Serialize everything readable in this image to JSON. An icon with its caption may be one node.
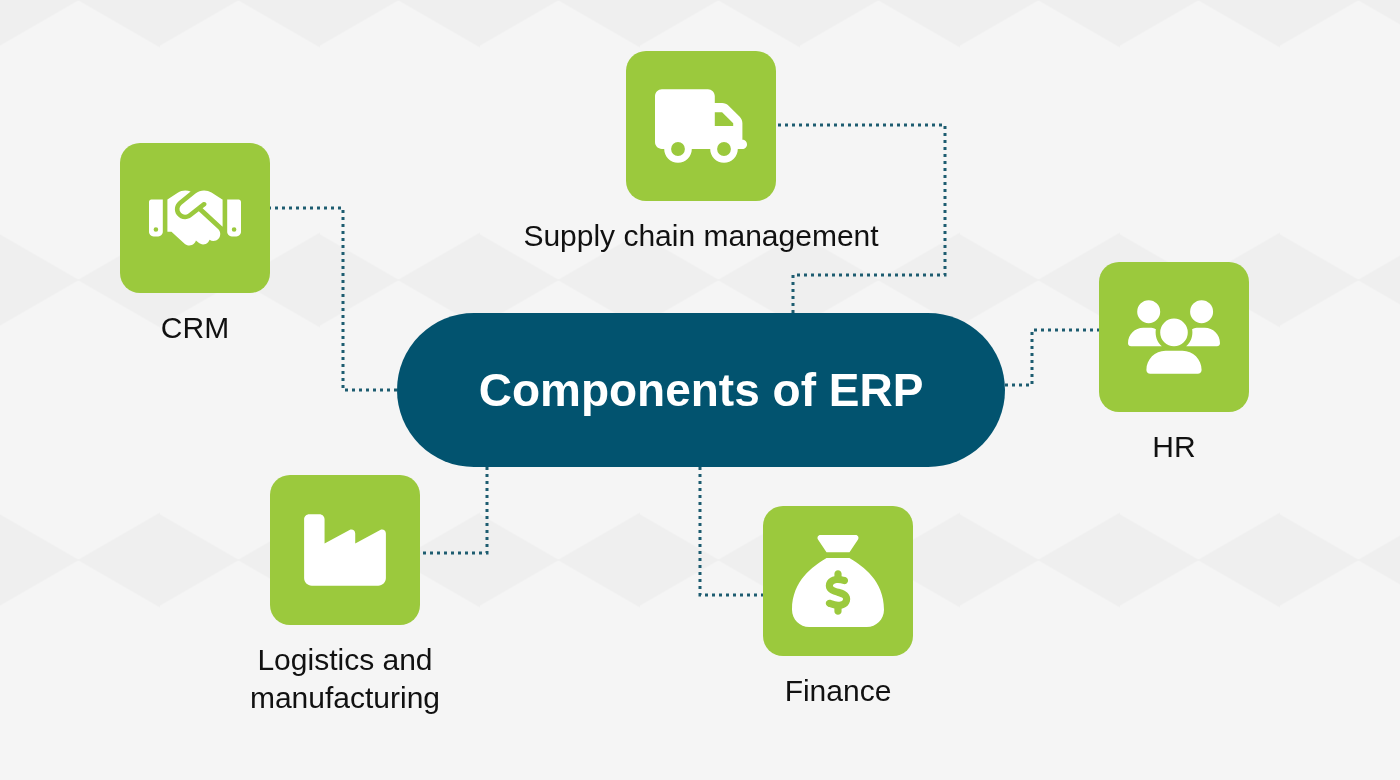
{
  "diagram": {
    "nodes": [
      {
        "text": [
          "Components of ERP"
        ]
      },
      {
        "text": [
          "CRM"
        ]
      },
      {
        "text": [
          "Supply chain management"
        ]
      },
      {
        "text": [
          "HR"
        ]
      },
      {
        "text": [
          "Logistics and manufacturing"
        ]
      },
      {
        "text": [
          "Finance"
        ]
      }
    ],
    "edges": [
      {
        "from": 0,
        "to": 1,
        "arrow": "none",
        "style": "dashed"
      },
      {
        "from": 0,
        "to": 2,
        "arrow": "none",
        "style": "dashed"
      },
      {
        "from": 0,
        "to": 3,
        "arrow": "none",
        "style": "dashed"
      },
      {
        "from": 0,
        "to": 4,
        "arrow": "none",
        "style": "dashed"
      },
      {
        "from": 0,
        "to": 5,
        "arrow": "none",
        "style": "dashed"
      }
    ]
  }
}
